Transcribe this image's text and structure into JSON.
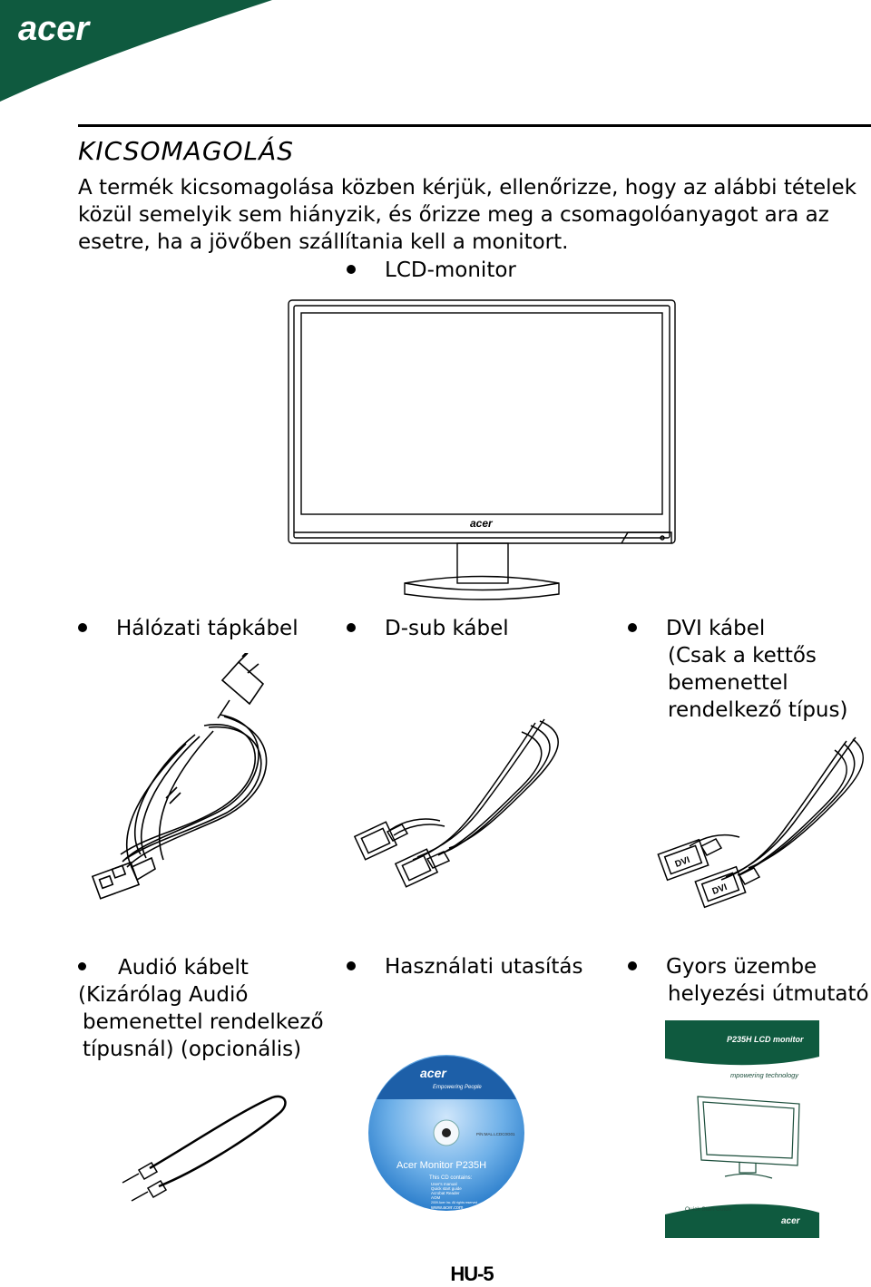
{
  "brand": {
    "logo_text": "acer"
  },
  "section": {
    "title": "KICSOMAGOLÁS",
    "intro_lines": [
      "A termék kicsomagolása közben kérjük, ellenőrizze, hogy  az alábbi tételek",
      "közül semelyik sem hiányzik, és őrizze meg a csomagolóanyagot ara az",
      "esetre, ha a jövőben szállítania kell a monitort."
    ]
  },
  "items": {
    "monitor": {
      "label": "LCD-monitor",
      "bezel_logo": "acer"
    },
    "power_cable": {
      "label": "Hálózati tápkábel"
    },
    "dsub_cable": {
      "label": "D-sub kábel"
    },
    "dvi_cable": {
      "lines": [
        "DVI kábel",
        "(Csak a kettős",
        "bemenettel",
        "rendelkező típus)"
      ],
      "connector_text": "DVI"
    },
    "audio_cable": {
      "lines": [
        "Audió kábelt",
        "(Kizárólag Audió",
        "bemenettel rendelkező",
        "típusnál) (opcionális)"
      ]
    },
    "manual": {
      "label": "Használati utasítás",
      "cd": {
        "logo": "acer",
        "tagline": "Empowering People",
        "part_no": "P/N:MAL.LCDC0G01",
        "product": "Acer Monitor P235H",
        "contains_title": "This CD contains:",
        "contents": [
          "User's manual",
          "Quick start guide",
          "Acrobat Reader",
          "AOM"
        ],
        "copyright": "2009 Acer Inc. All rights reserved",
        "url": "www.acer.com"
      }
    },
    "quick_guide": {
      "lines": [
        "Gyors üzembe",
        "helyezési útmutató"
      ],
      "cover": {
        "model": "P235H LCD monitor",
        "tagline": "mpowering technology",
        "footer": "Quick Start Guide",
        "logo": "acer"
      }
    }
  },
  "page_number": "HU-5",
  "colors": {
    "brand_green": "#0f5a3f",
    "cd_blue": "#3f8fd6"
  }
}
